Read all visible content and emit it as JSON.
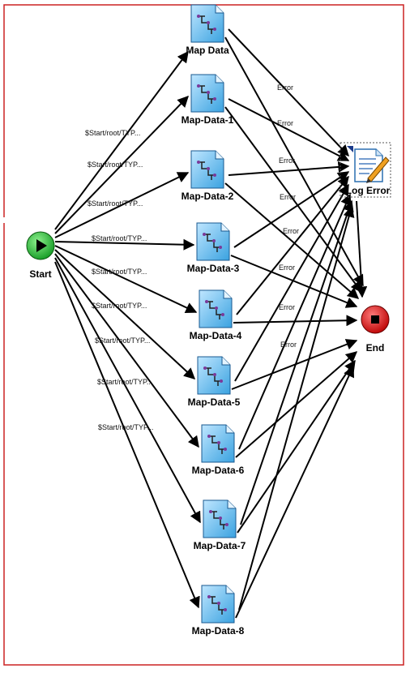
{
  "colors": {
    "border": "#cc2222",
    "start_fill": "#22bb33",
    "end_fill": "#dd1111",
    "doc_fill": "#6ec3f0"
  },
  "nodes": {
    "start": {
      "label": "Start",
      "icon": "play-icon"
    },
    "end": {
      "label": "End",
      "icon": "stop-icon"
    },
    "log_error": {
      "label": "Log Error",
      "icon": "edit-document-icon"
    },
    "maps": [
      {
        "label": "Map Data"
      },
      {
        "label": "Map-Data-1"
      },
      {
        "label": "Map-Data-2"
      },
      {
        "label": "Map-Data-3"
      },
      {
        "label": "Map-Data-4"
      },
      {
        "label": "Map-Data-5"
      },
      {
        "label": "Map-Data-6"
      },
      {
        "label": "Map-Data-7"
      },
      {
        "label": "Map-Data-8"
      }
    ]
  },
  "edge_labels": {
    "conditions": [
      "$Start/root/TYP...",
      "$Start/root/TYP...",
      "$Start/root/TYP...",
      "$Start/root/TYP...",
      "$Start/root/TYP...",
      "$Start/root/TYP...",
      "$Start/root/TYP...",
      "$Start/root/TYP...",
      "$Start/root/TYP..."
    ],
    "errors": [
      "Error",
      "Error",
      "Error",
      "Error",
      "Error",
      "Error",
      "Error",
      "Error"
    ]
  }
}
